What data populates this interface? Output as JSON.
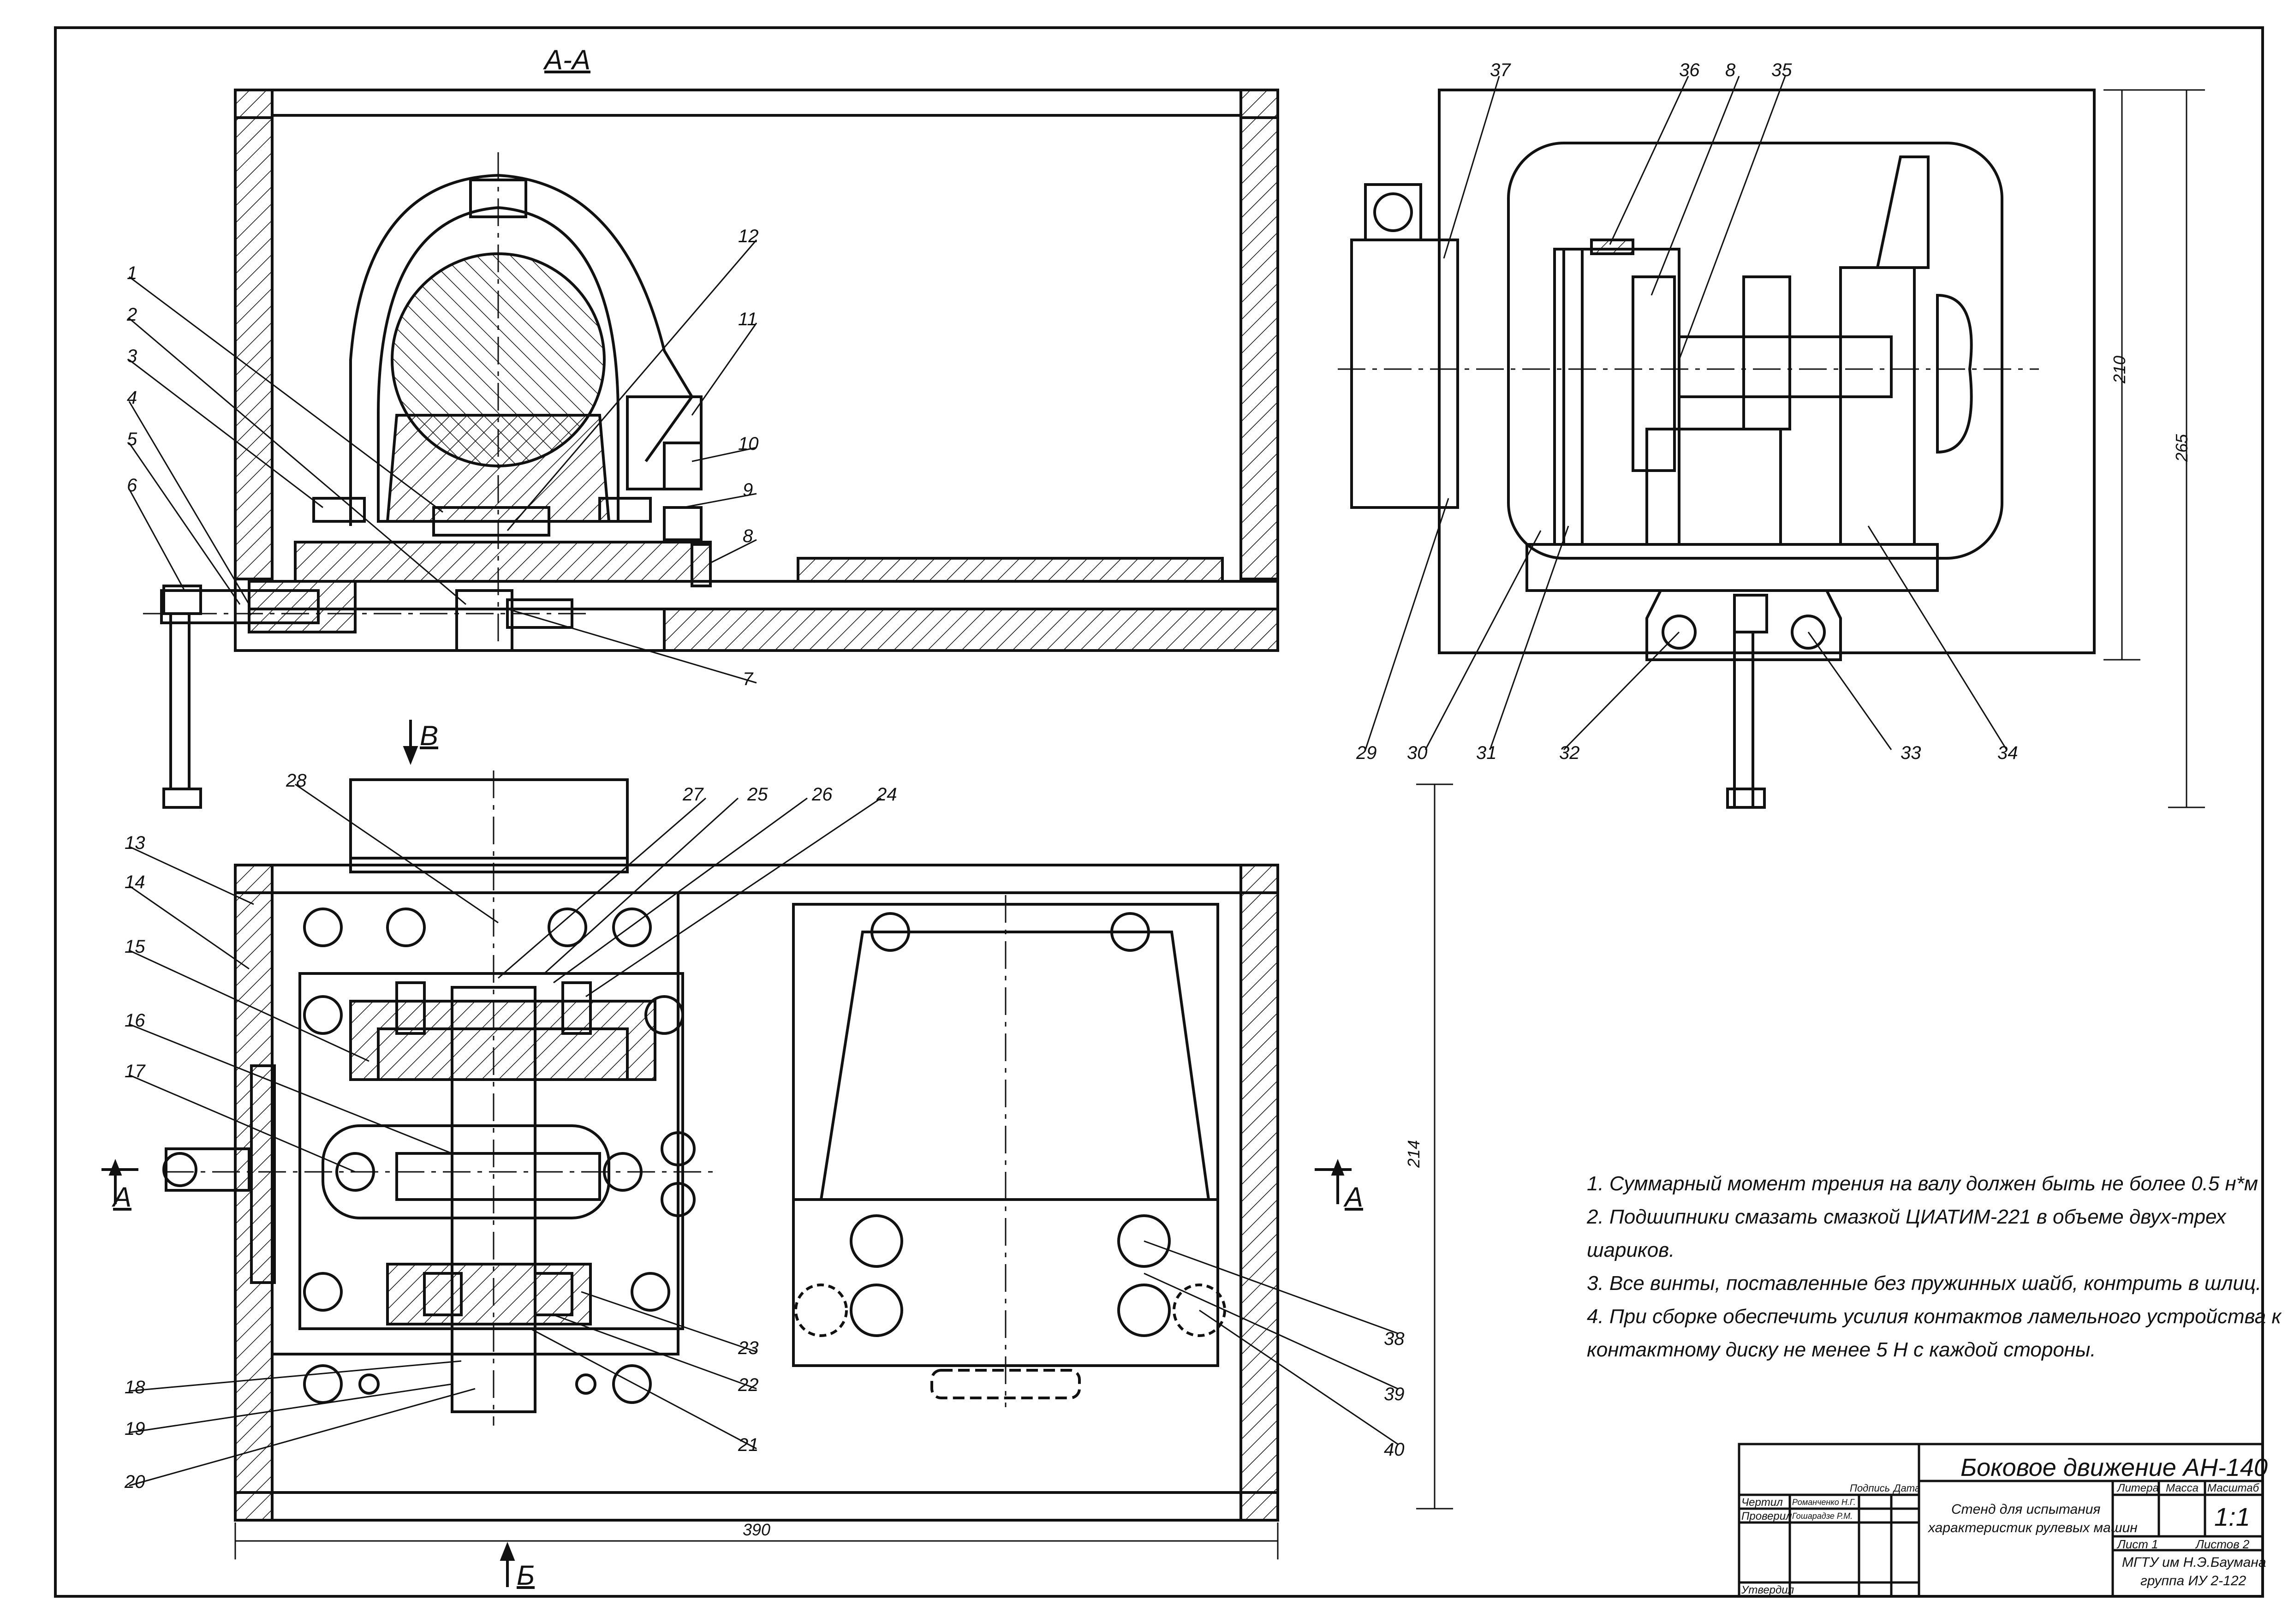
{
  "section_labels": {
    "aa": "А-А",
    "arrow_b": "Б",
    "arrow_v": "В",
    "arrow_a_left": "А",
    "arrow_a_right": "А"
  },
  "callouts": [
    "1",
    "2",
    "3",
    "4",
    "5",
    "6",
    "7",
    "8",
    "9",
    "10",
    "11",
    "12",
    "13",
    "14",
    "15",
    "16",
    "17",
    "18",
    "19",
    "20",
    "21",
    "22",
    "23",
    "24",
    "25",
    "26",
    "27",
    "28",
    "29",
    "30",
    "31",
    "32",
    "33",
    "34",
    "35",
    "36",
    "37",
    "38",
    "39",
    "40"
  ],
  "dimensions": {
    "width": "390",
    "height_plan": "214",
    "side_height_1": "210",
    "side_height_2": "265"
  },
  "notes": [
    "1. Суммарный момент трения на валу должен быть не более 0.5 н*м",
    "2. Подшипники смазать смазкой ЦИАТИМ-221 в объеме двух-трех",
    "шариков.",
    "3. Все винты, поставленные без пружинных шайб, контрить в шлиц.",
    "4. При сборке обеспечить усилия контактов ламельного устройства к",
    "контактному диску не менее 5 Н с каждой стороны."
  ],
  "title_block": {
    "title": "Боковое движение АН-140",
    "subtitle_line1": "Стенд для испытания",
    "subtitle_line2": "характеристик рулевых машин",
    "col_litera": "Литера",
    "col_mass": "Масса",
    "col_scale": "Масштаб",
    "scale": "1:1",
    "sheet": "Лист 1",
    "sheets": "Листов 2",
    "org_line1": "МГТУ им Н.Э.Баумана",
    "org_line2": "группа ИУ 2-122",
    "row_drawn": "Чертил",
    "row_checked": "Проверил",
    "row_approved": "Утвердил",
    "drawn_name": "Романченко Н.Г.",
    "checked_name": "Гошарадзе Р.М.",
    "col_signature": "Подпись",
    "col_date": "Дата"
  }
}
